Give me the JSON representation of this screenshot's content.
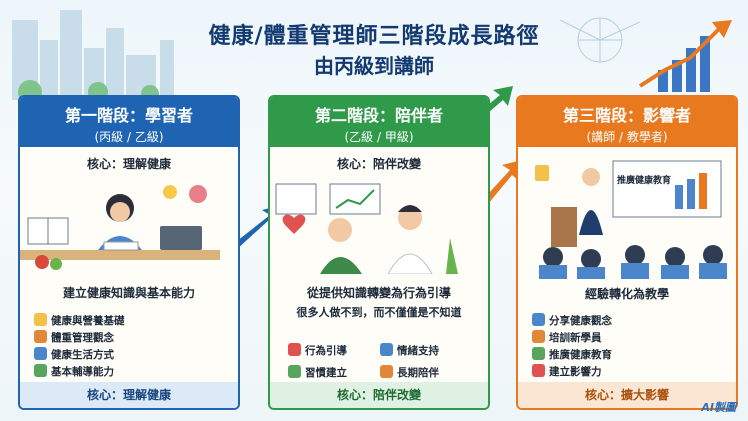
{
  "title": "健康/體重管理師三階段成長路徑",
  "subtitle": "由丙級到講師",
  "colors": {
    "stage1": "#1f64b3",
    "stage2": "#2f9a4a",
    "stage3": "#e8791f",
    "title": "#123a70"
  },
  "stages": [
    {
      "header": "第一階段：學習者",
      "level": "(丙級 / 乙級)",
      "core": "核心：理解健康",
      "illustration": "student-studying-icon",
      "subtitle": "建立健康知識與基本能力",
      "subtitle2": "",
      "items": [
        {
          "icon": "clipboard-icon",
          "label": "健康與營養基礎"
        },
        {
          "icon": "scale-icon",
          "label": "體重管理觀念"
        },
        {
          "icon": "lifestyle-icon",
          "label": "健康生活方式"
        },
        {
          "icon": "coaching-icon",
          "label": "基本輔導能力"
        }
      ],
      "footer": "核心：理解健康"
    },
    {
      "header": "第二階段：陪伴者",
      "level": "(乙級 / 甲級)",
      "core": "核心：陪伴改變",
      "illustration": "coach-and-client-icon",
      "subtitle": "從提供知識轉變為行為引導",
      "subtitle2": "很多人做不到，而不僅僅是不知道",
      "items": [
        {
          "icon": "handshake-icon",
          "label": "行為引導"
        },
        {
          "icon": "chat-icon",
          "label": "情緒支持"
        },
        {
          "icon": "habit-icon",
          "label": "習慣建立"
        },
        {
          "icon": "pin-icon",
          "label": "長期陪伴"
        }
      ],
      "footer": "核心：陪伴改變"
    },
    {
      "header": "第三階段：影響者",
      "level": "(講師 / 教學者)",
      "core": "",
      "illustration": "lecturer-presenting-icon",
      "board": "推廣健康教育",
      "subtitle": "經驗轉化為教學",
      "subtitle2": "",
      "items": [
        {
          "icon": "share-icon",
          "label": "分享健康觀念"
        },
        {
          "icon": "training-icon",
          "label": "培訓新學員"
        },
        {
          "icon": "promote-icon",
          "label": "推廣健康教育"
        },
        {
          "icon": "influence-icon",
          "label": "建立影響力"
        }
      ],
      "footer": "核心：擴大影響"
    }
  ],
  "watermark": "AI製圖"
}
